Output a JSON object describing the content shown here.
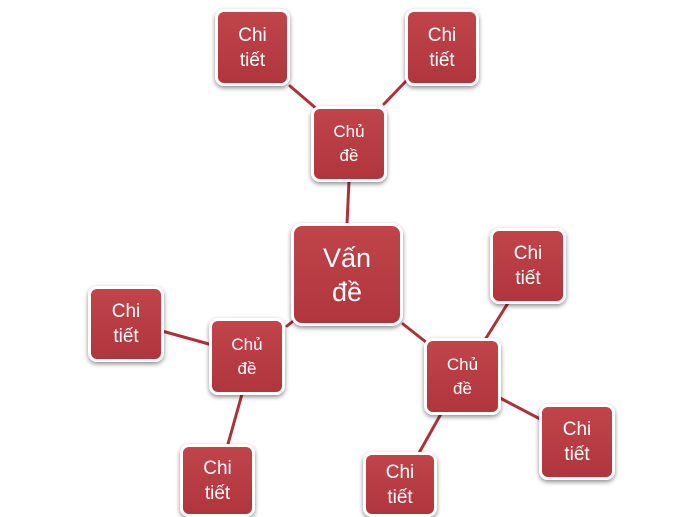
{
  "colors": {
    "node_fill": "#b83b41",
    "node_border": "#ffffff",
    "connector": "#b0303a",
    "text": "#ffffff"
  },
  "center": {
    "label": "Vấn\nđề"
  },
  "topics": [
    {
      "label": "Chủ\nđề"
    },
    {
      "label": "Chủ\nđề"
    },
    {
      "label": "Chủ\nđề"
    }
  ],
  "details": [
    {
      "label": "Chi\ntiết"
    },
    {
      "label": "Chi\ntiết"
    },
    {
      "label": "Chi\ntiết"
    },
    {
      "label": "Chi\ntiết"
    },
    {
      "label": "Chi\ntiết"
    },
    {
      "label": "Chi\ntiết"
    },
    {
      "label": "Chi\ntiết"
    }
  ]
}
